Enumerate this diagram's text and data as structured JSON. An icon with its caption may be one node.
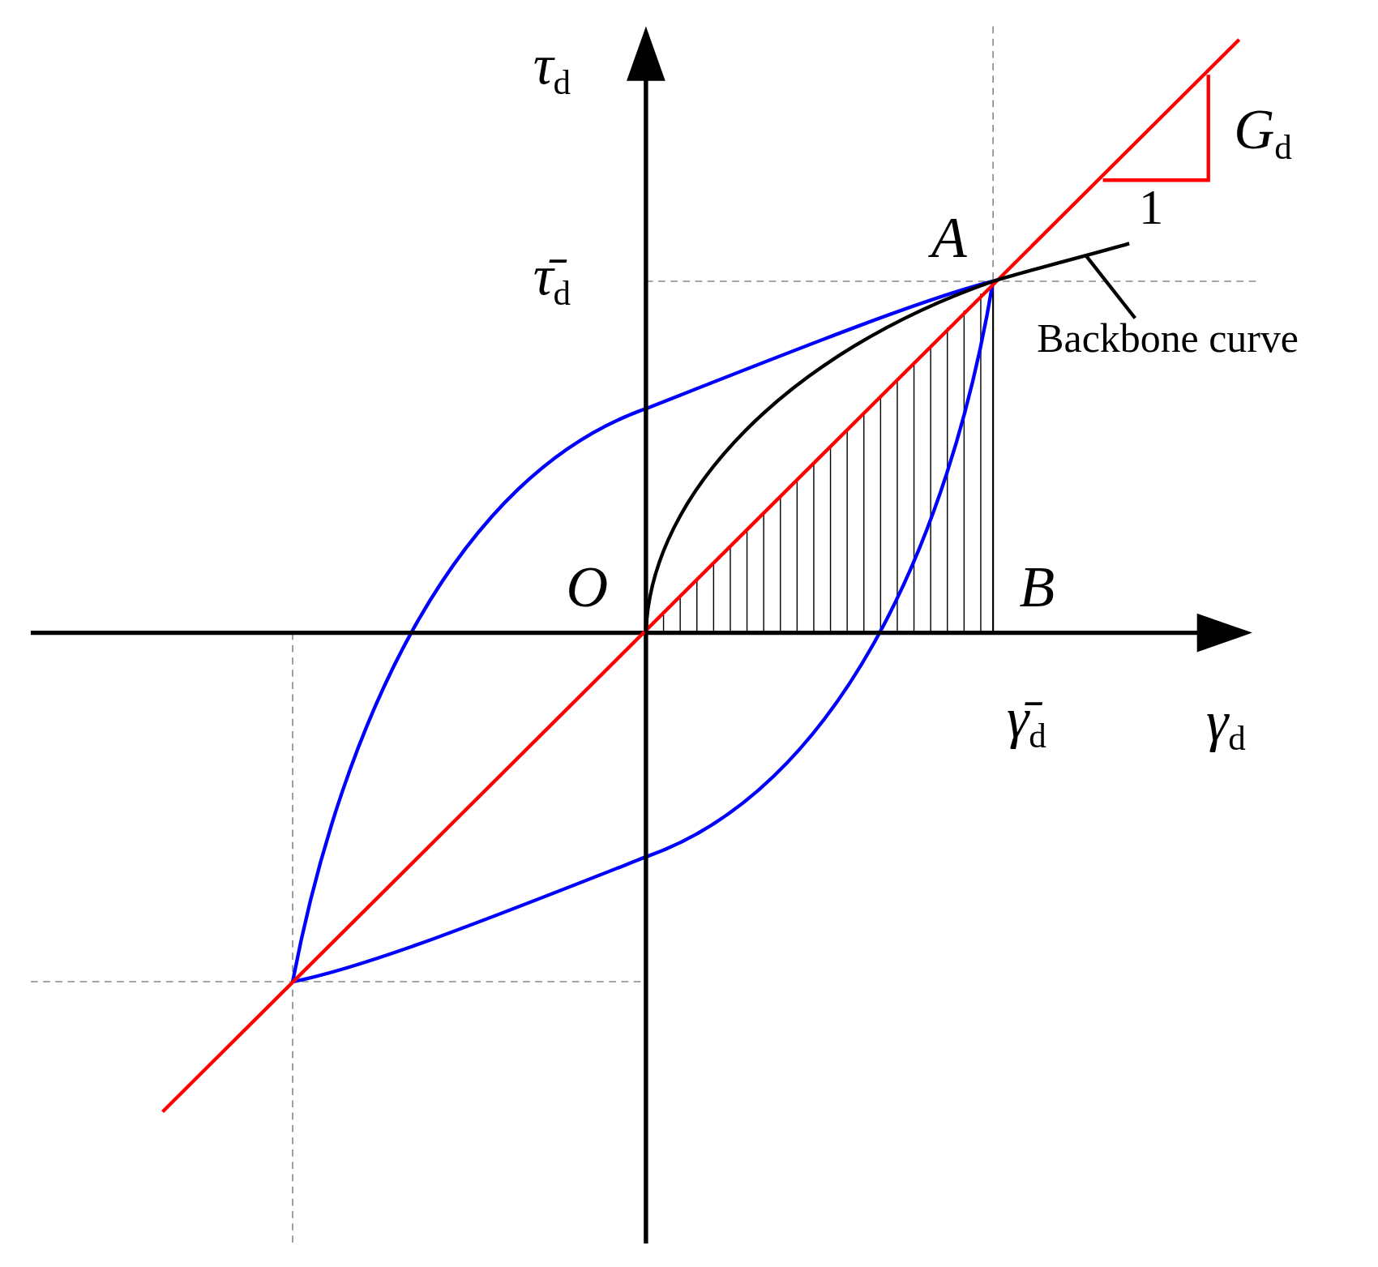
{
  "diagram": {
    "nodes": [
      {
        "text": [
          "Backbone curve"
        ]
      },
      {
        "text": [],
        "shape": "curve"
      }
    ],
    "edges": [
      {
        "from": 0,
        "to": 1,
        "arrow": "none"
      }
    ],
    "labels": [
      "*τ*$_{d}$",
      "*G*$_{d}$",
      "1",
      "*A*",
      "*τ̄*$_{d}$",
      "*O*",
      "*B*",
      "*γ̄*$_{d}$",
      "*γ*$_{d}$"
    ]
  }
}
